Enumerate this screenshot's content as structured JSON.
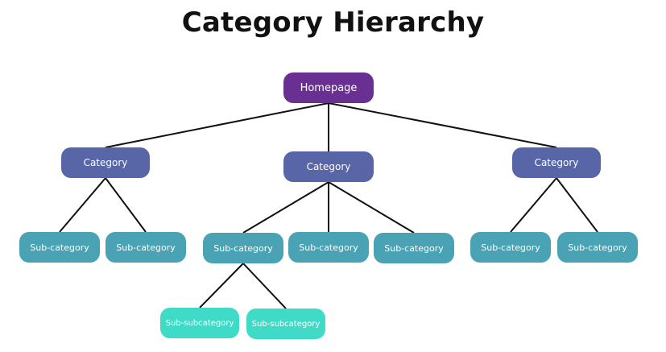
{
  "title": "Category Hierarchy",
  "colors": {
    "root": "#6a2f93",
    "category": "#5865a6",
    "subcategory": "#4aa3b4",
    "subsubcategory": "#3fdbc6"
  },
  "nodes": [
    {
      "id": "root",
      "label": "Homepage",
      "level": "root"
    },
    {
      "id": "cat1",
      "label": "Category",
      "level": "category",
      "parent": "root"
    },
    {
      "id": "cat2",
      "label": "Category",
      "level": "category",
      "parent": "root"
    },
    {
      "id": "cat3",
      "label": "Category",
      "level": "category",
      "parent": "root"
    },
    {
      "id": "sub1",
      "label": "Sub-category",
      "level": "subcategory",
      "parent": "cat1"
    },
    {
      "id": "sub2",
      "label": "Sub-category",
      "level": "subcategory",
      "parent": "cat1"
    },
    {
      "id": "sub3",
      "label": "Sub-category",
      "level": "subcategory",
      "parent": "cat2"
    },
    {
      "id": "sub4",
      "label": "Sub-category",
      "level": "subcategory",
      "parent": "cat2"
    },
    {
      "id": "sub5",
      "label": "Sub-category",
      "level": "subcategory",
      "parent": "cat2"
    },
    {
      "id": "sub6",
      "label": "Sub-category",
      "level": "subcategory",
      "parent": "cat3"
    },
    {
      "id": "sub7",
      "label": "Sub-category",
      "level": "subcategory",
      "parent": "cat3"
    },
    {
      "id": "ss1",
      "label": "Sub-subcategory",
      "level": "subsubcategory",
      "parent": "sub3"
    },
    {
      "id": "ss2",
      "label": "Sub-subcategory",
      "level": "subsubcategory",
      "parent": "sub3"
    }
  ]
}
